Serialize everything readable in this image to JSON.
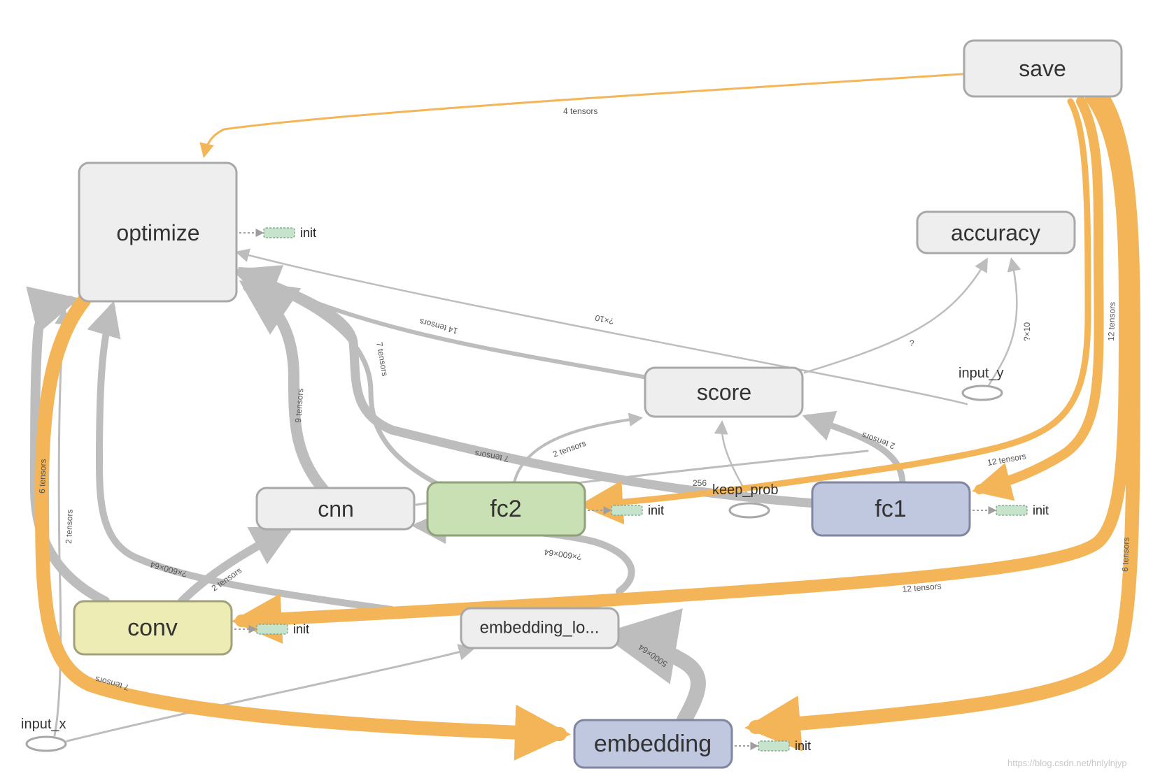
{
  "nodes": {
    "save": {
      "label": "save",
      "color": "#eeeeee"
    },
    "optimize": {
      "label": "optimize",
      "color": "#eeeeee"
    },
    "accuracy": {
      "label": "accuracy",
      "color": "#eeeeee"
    },
    "score": {
      "label": "score",
      "color": "#eeeeee"
    },
    "cnn": {
      "label": "cnn",
      "color": "#eeeeee"
    },
    "fc2": {
      "label": "fc2",
      "color": "#c8e0b4"
    },
    "fc1": {
      "label": "fc1",
      "color": "#c0c8e0"
    },
    "conv": {
      "label": "conv",
      "color": "#ececb4"
    },
    "embedding_lookup": {
      "label": "embedding_lo...",
      "color": "#eeeeee"
    },
    "embedding": {
      "label": "embedding",
      "color": "#c0c8e0"
    }
  },
  "placeholders": {
    "input_y": "input_y",
    "keep_prob": "keep_prob",
    "input_x": "input_x"
  },
  "init_label": "init",
  "edge_labels": {
    "save_optimize": "4 tensors",
    "save_fc1": "12 tensors",
    "save_fc2": "12 tensors",
    "save_conv": "12 tensors",
    "save_embedding": "6 tensors",
    "score_optimize": "14 tensors",
    "inputy_optimize": "?×10",
    "inputy_accuracy": "?×10",
    "score_accuracy": "?",
    "fc1_optimize": "7 tensors",
    "fc2_optimize": "7 tensors",
    "cnn_optimize": "9 tensors",
    "fc2_score": "2 tensors",
    "fc1_score": "2 tensors",
    "cnn_fc1": "256",
    "conv_cnn": "2 tensors",
    "conv_optimize": "6 tensors",
    "inputx_optimize": "2 tensors",
    "emblookup_optimize": "?×600×64",
    "emblookup_cnn": "?×600×64",
    "optimize_embedding": "7 tensors",
    "embedding_emblookup": "5000×64"
  },
  "colors": {
    "grey_edge": "#bdbdbd",
    "orange_edge": "#f3b557",
    "node_stroke": "#a8a8a8",
    "init_fill": "#c6e3cc"
  },
  "watermark": "https://blog.csdn.net/hnlylnjyp"
}
